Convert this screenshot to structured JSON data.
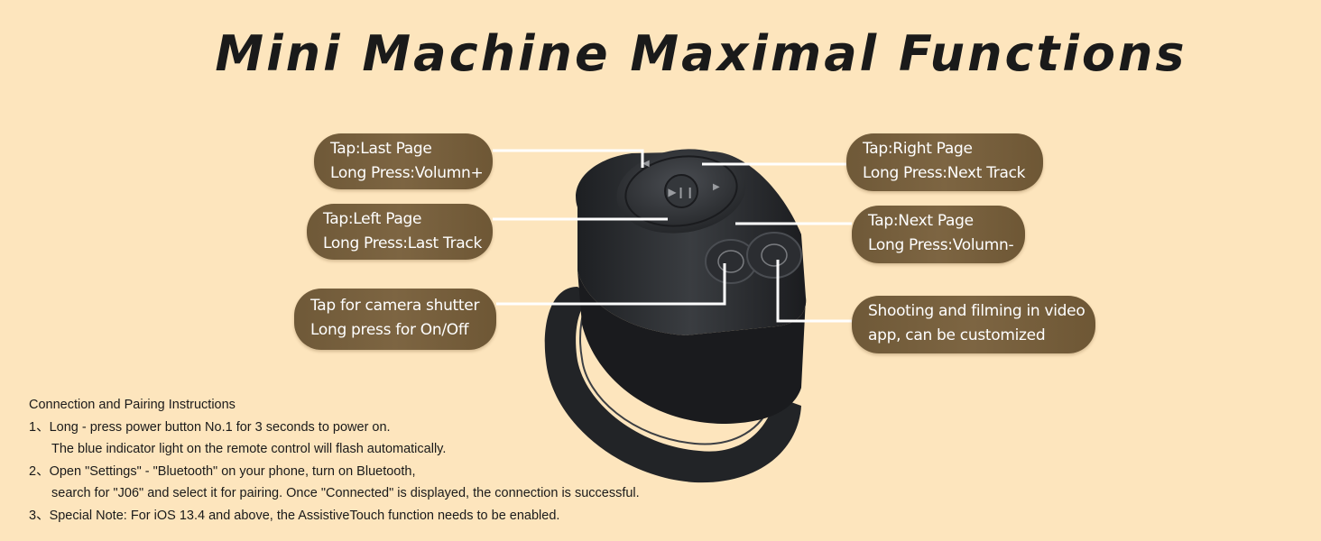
{
  "title": "Mini Machine Maximal Functions",
  "callouts": {
    "top_left": {
      "line1": "Tap:Last Page",
      "line2": "Long Press:Volumn+"
    },
    "mid_left": {
      "line1": "Tap:Left Page",
      "line2": "Long Press:Last Track"
    },
    "bottom_left": {
      "line1": "Tap for camera shutter",
      "line2": "Long press for On/Off"
    },
    "top_right": {
      "line1": "Tap:Right Page",
      "line2": "Long Press:Next Track"
    },
    "mid_right": {
      "line1": "Tap:Next Page",
      "line2": "Long Press:Volumn-"
    },
    "bottom_right": {
      "line1": "Shooting and filming in video",
      "line2": "app, can be customized"
    }
  },
  "instructions": {
    "heading": "Connection and Pairing Instructions",
    "step1_a": "1、Long - press power button No.1 for 3 seconds to power on.",
    "step1_b": "The blue indicator light on the remote control will flash automatically.",
    "step2_a": "2、Open \"Settings\" - \"Bluetooth\" on your phone, turn on Bluetooth,",
    "step2_b": "search for \"J06\" and select it for pairing. Once \"Connected\" is displayed, the connection is successful.",
    "step3": "3、Special Note: For iOS 13.4 and above, the AssistiveTouch function needs to be enabled."
  },
  "colors": {
    "background": "#fde5bd",
    "callout_fill": "#7a6240",
    "callout_text": "#ffffff",
    "device": "#2a2c2f"
  }
}
